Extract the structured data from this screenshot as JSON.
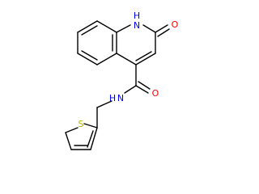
{
  "molecule": {
    "atoms": {
      "ring_nh": {
        "text": "N",
        "sub": "H"
      },
      "ring_o": {
        "text": "O"
      },
      "amide_o": {
        "text": "O"
      },
      "amide_n": {
        "text": "N",
        "sub": "H"
      },
      "thiophene_s": {
        "text": "S"
      }
    },
    "colors": {
      "bond": "#000000",
      "nitrogen": "#0000ff",
      "oxygen": "#ff0000",
      "sulfur": "#b4b400"
    }
  }
}
